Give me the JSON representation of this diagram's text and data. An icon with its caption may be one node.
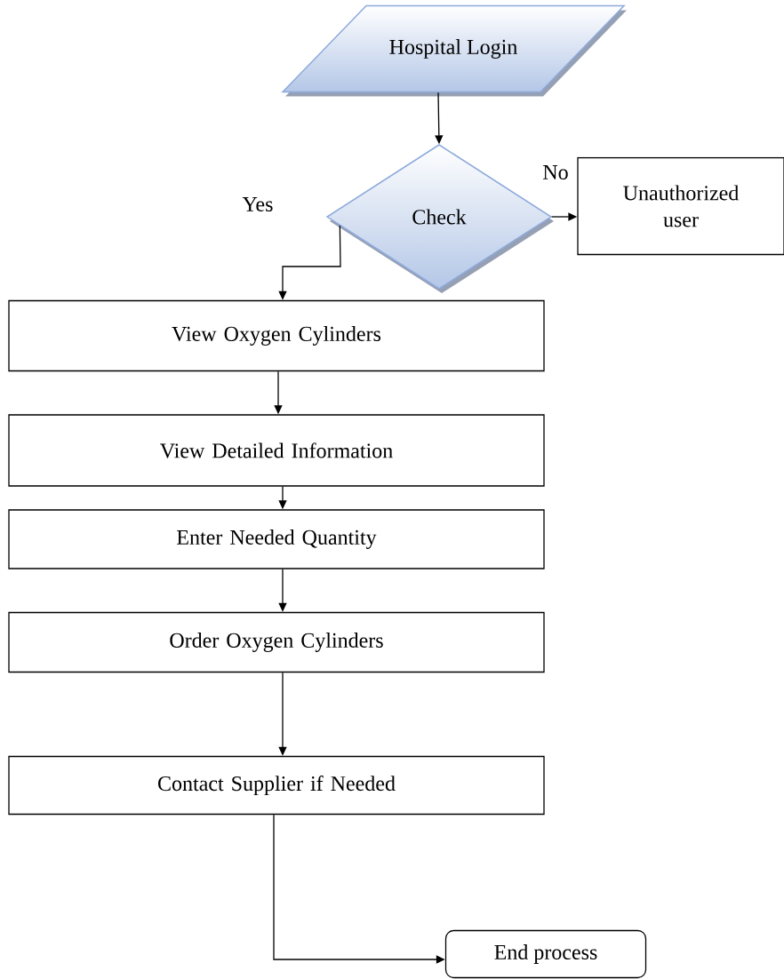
{
  "diagram": {
    "nodes": [
      {
        "text": [
          "Hospital Login"
        ]
      },
      {
        "text": [
          "Check"
        ]
      },
      {
        "text": [
          "Unauthorized user"
        ]
      },
      {
        "text": [
          "View Oxygen Cylinders"
        ]
      },
      {
        "text": [
          "View Detailed Information"
        ]
      },
      {
        "text": [
          "Enter Needed Quantity"
        ]
      },
      {
        "text": [
          "Order Oxygen Cylinders"
        ]
      },
      {
        "text": [
          "Contact Supplier if Needed"
        ]
      },
      {
        "text": [
          "End process"
        ]
      }
    ],
    "edges": [
      {
        "from": 0,
        "to": 1,
        "arrow": "to"
      },
      {
        "from": 1,
        "to": 3,
        "arrow": "to",
        "label": "Yes"
      },
      {
        "from": 1,
        "to": 2,
        "arrow": "to",
        "label": "No"
      },
      {
        "from": 3,
        "to": 4,
        "arrow": "to"
      },
      {
        "from": 4,
        "to": 5,
        "arrow": "to"
      },
      {
        "from": 5,
        "to": 6,
        "arrow": "to"
      },
      {
        "from": 6,
        "to": 7,
        "arrow": "to"
      },
      {
        "from": 7,
        "to": 8,
        "arrow": "to"
      }
    ]
  }
}
